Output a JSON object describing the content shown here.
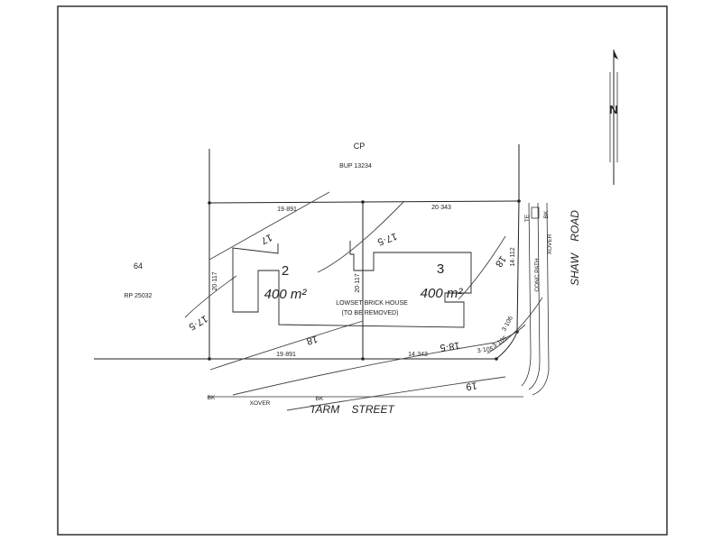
{
  "north": {
    "letter": "N"
  },
  "parcels": {
    "top_label": "CP",
    "top_sub": "BUP 13234",
    "left_label": "64",
    "left_sub": "RP 25032"
  },
  "lots": [
    {
      "number": "2",
      "area": "400 m²"
    },
    {
      "number": "3",
      "area": "400 m²"
    }
  ],
  "dimensions": {
    "top_left": "19·891",
    "top_right": "20·343",
    "bottom_left": "19·891",
    "bottom_right": "14·343",
    "left_side": "20·117",
    "middle_side": "20·117",
    "right_side": "14·112",
    "corner_a": "3·105",
    "corner_b": "3·105",
    "corner_c": "3·106"
  },
  "contours": {
    "c17": "17",
    "c175_left": "17·5",
    "c175_mid": "17·5",
    "c18_top": "18",
    "c18_bottom": "18",
    "c185": "18·5",
    "c19": "19"
  },
  "house": {
    "line1": "LOWSET BRICK HOUSE",
    "line2": "(TO BE REMOVED)"
  },
  "streets": {
    "tarm": "TARM    STREET",
    "shaw": "SHAW    ROAD"
  },
  "features": {
    "bk_left": "BK",
    "xover_left": "XOVER",
    "bk_mid": "BK",
    "conc_path": "CONC PATH",
    "bk_right": "BK",
    "xover_right": "XOVER",
    "te": "TE"
  }
}
